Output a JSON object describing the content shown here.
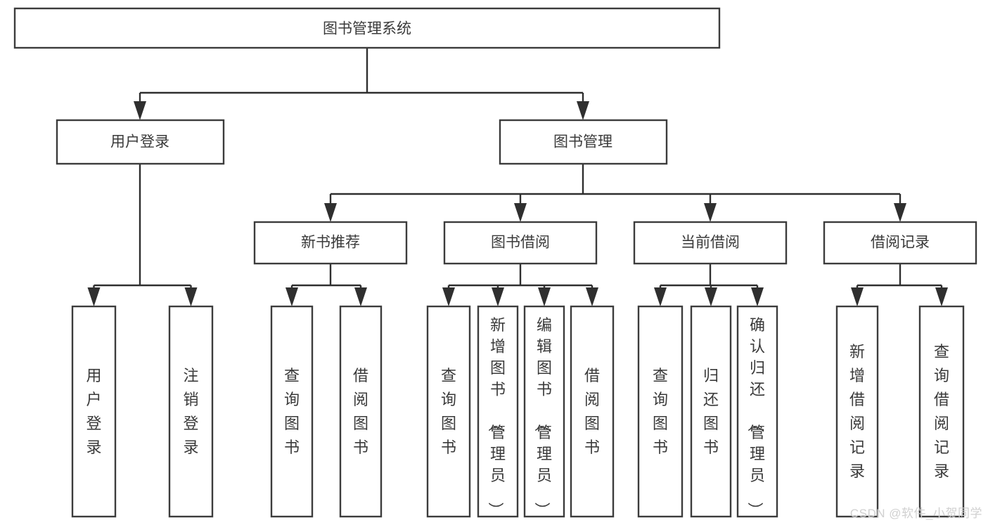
{
  "diagram": {
    "type": "hierarchy-tree",
    "title": "图书管理系统",
    "watermark": "CSDN @软件_小贺同学",
    "colors": {
      "background": "#ffffff",
      "box_fill": "#ffffff",
      "box_stroke": "#3c3c3c",
      "text": "#3a3a3a",
      "edge": "#2f2f2f",
      "watermark": "#d0d0d0"
    },
    "root": {
      "id": "root",
      "label": "图书管理系统"
    },
    "level2": [
      {
        "id": "user-login",
        "label": "用户登录"
      },
      {
        "id": "book-management",
        "label": "图书管理"
      }
    ],
    "level3": [
      {
        "id": "new-book-recommend",
        "label": "新书推荐",
        "parent": "book-management"
      },
      {
        "id": "book-borrow",
        "label": "图书借阅",
        "parent": "book-management"
      },
      {
        "id": "current-borrow",
        "label": "当前借阅",
        "parent": "book-management"
      },
      {
        "id": "borrow-record",
        "label": "借阅记录",
        "parent": "book-management"
      }
    ],
    "leaves": [
      {
        "id": "leaf-user-login",
        "label": "用户登录",
        "parent": "user-login"
      },
      {
        "id": "leaf-logout-login",
        "label": "注销登录",
        "parent": "user-login"
      },
      {
        "id": "leaf-query-book-1",
        "label": "查询图书",
        "parent": "new-book-recommend"
      },
      {
        "id": "leaf-borrow-book-1",
        "label": "借阅图书",
        "parent": "new-book-recommend"
      },
      {
        "id": "leaf-query-book-2",
        "label": "查询图书",
        "parent": "book-borrow"
      },
      {
        "id": "leaf-add-book",
        "label": "新增图书（管理员）",
        "parent": "book-borrow"
      },
      {
        "id": "leaf-edit-book",
        "label": "编辑图书（管理员）",
        "parent": "book-borrow"
      },
      {
        "id": "leaf-borrow-book-2",
        "label": "借阅图书",
        "parent": "book-borrow"
      },
      {
        "id": "leaf-query-book-3",
        "label": "查询图书",
        "parent": "current-borrow"
      },
      {
        "id": "leaf-return-book",
        "label": "归还图书",
        "parent": "current-borrow"
      },
      {
        "id": "leaf-confirm-return",
        "label": "确认归还（管理员）",
        "parent": "current-borrow"
      },
      {
        "id": "leaf-add-borrow-record",
        "label": "新增借阅记录",
        "parent": "borrow-record"
      },
      {
        "id": "leaf-query-borrow-record",
        "label": "查询借阅记录",
        "parent": "borrow-record"
      }
    ]
  }
}
